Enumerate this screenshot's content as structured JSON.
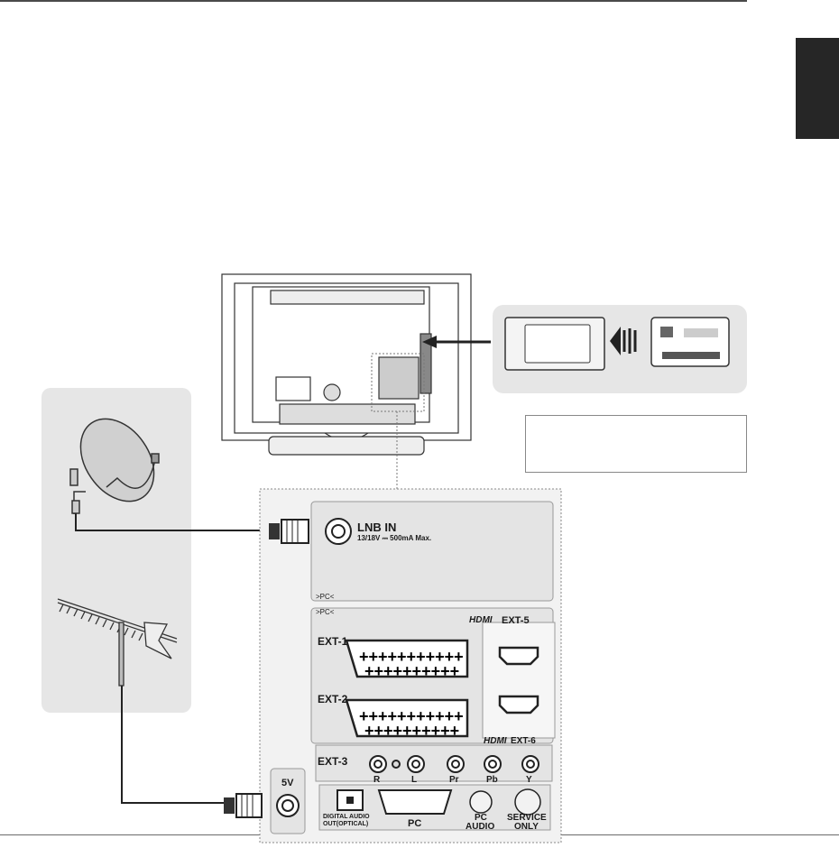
{
  "labels": {
    "lnb_in": "LNB IN",
    "lnb_spec": "13/18V ⎓ 500mA Max.",
    "pc_marker_top": ">PC<",
    "pc_marker_panel": ">PC<",
    "hdmi_logo_5": "HDMI",
    "ext5": "EXT-5",
    "hdmi_logo_6": "HDMI",
    "ext6": "EXT-6",
    "ext1": "EXT-1",
    "ext2": "EXT-2",
    "ext3": "EXT-3",
    "ant_5v": "5V",
    "rca_r": "R",
    "rca_l": "L",
    "rca_pr": "Pr",
    "rca_pb": "Pb",
    "rca_y": "Y",
    "optical_line1": "DIGITAL AUDIO",
    "optical_line2": "OUT(OPTICAL)",
    "pc": "PC",
    "pc_audio_line1": "PC",
    "pc_audio_line2": "AUDIO",
    "service_line1": "SERVICE",
    "service_line2": "ONLY"
  },
  "colors": {
    "panel_bg": "#e6e6e6",
    "side_tab": "#262626"
  }
}
